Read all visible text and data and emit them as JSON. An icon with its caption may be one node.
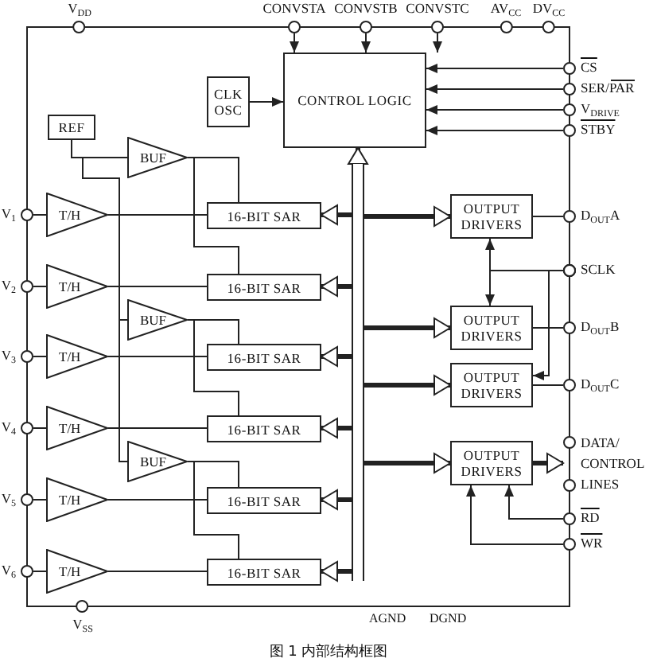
{
  "diagram": {
    "caption": "图 1 内部结构框图",
    "nodes": [
      {
        "text": [
          "CONTROL LOGIC"
        ]
      },
      {
        "text": [
          "CLK OSC"
        ]
      },
      {
        "text": [
          "REF"
        ]
      },
      {
        "text": [
          "BUF"
        ]
      },
      {
        "text": [
          "BUF"
        ]
      },
      {
        "text": [
          "BUF"
        ]
      },
      {
        "text": [
          "T/H"
        ]
      },
      {
        "text": [
          "T/H"
        ]
      },
      {
        "text": [
          "T/H"
        ]
      },
      {
        "text": [
          "T/H"
        ]
      },
      {
        "text": [
          "T/H"
        ]
      },
      {
        "text": [
          "T/H"
        ]
      },
      {
        "text": [
          "16-BIT SAR"
        ]
      },
      {
        "text": [
          "16-BIT SAR"
        ]
      },
      {
        "text": [
          "16-BIT SAR"
        ]
      },
      {
        "text": [
          "16-BIT SAR"
        ]
      },
      {
        "text": [
          "16-BIT SAR"
        ]
      },
      {
        "text": [
          "16-BIT SAR"
        ]
      },
      {
        "text": [
          "OUTPUT DRIVERS"
        ]
      },
      {
        "text": [
          "OUTPUT DRIVERS"
        ]
      },
      {
        "text": [
          "OUTPUT DRIVERS"
        ]
      },
      {
        "text": [
          "OUTPUT DRIVERS"
        ]
      },
      {
        "text": [
          "V$_{DD}$"
        ]
      },
      {
        "text": [
          "CONVSTA"
        ]
      },
      {
        "text": [
          "CONVSTB"
        ]
      },
      {
        "text": [
          "CONVSTC"
        ]
      },
      {
        "text": [
          "AV$_{CC}$"
        ]
      },
      {
        "text": [
          "DV$_{CC}$"
        ]
      },
      {
        "text": [
          "CS"
        ]
      },
      {
        "text": [
          "SER/PAR"
        ]
      },
      {
        "text": [
          "V$_{DRIVE}$"
        ]
      },
      {
        "text": [
          "STBY"
        ]
      },
      {
        "text": [
          "D$_{OUT}$A"
        ]
      },
      {
        "text": [
          "SCLK"
        ]
      },
      {
        "text": [
          "D$_{OUT}$B"
        ]
      },
      {
        "text": [
          "D$_{OUT}$C"
        ]
      },
      {
        "text": [
          "DATA/ CONTROL LINES"
        ]
      },
      {
        "text": [
          "RD"
        ]
      },
      {
        "text": [
          "WR"
        ]
      },
      {
        "text": [
          "V$_{1}$"
        ]
      },
      {
        "text": [
          "V$_{2}$"
        ]
      },
      {
        "text": [
          "V$_{3}$"
        ]
      },
      {
        "text": [
          "V$_{4}$"
        ]
      },
      {
        "text": [
          "V$_{5}$"
        ]
      },
      {
        "text": [
          "V$_{6}$"
        ]
      },
      {
        "text": [
          "V$_{SS}$"
        ]
      },
      {
        "text": [],
        "shape": "bar"
      }
    ],
    "edges": [
      {
        "from": 23,
        "to": 0,
        "arrow": "to"
      },
      {
        "from": 24,
        "to": 0,
        "arrow": "to"
      },
      {
        "from": 25,
        "to": 0,
        "arrow": "to"
      },
      {
        "from": 28,
        "to": 0,
        "arrow": "to"
      },
      {
        "from": 29,
        "to": 0,
        "arrow": "to"
      },
      {
        "from": 30,
        "to": 0,
        "arrow": "to"
      },
      {
        "from": 31,
        "to": 0,
        "arrow": "to"
      },
      {
        "from": 1,
        "to": 0,
        "arrow": "to"
      },
      {
        "from": 39,
        "to": 6,
        "arrow": "other"
      },
      {
        "from": 40,
        "to": 7,
        "arrow": "other"
      },
      {
        "from": 41,
        "to": 8,
        "arrow": "other"
      },
      {
        "from": 42,
        "to": 9,
        "arrow": "other"
      },
      {
        "from": 43,
        "to": 10,
        "arrow": "other"
      },
      {
        "from": 44,
        "to": 11,
        "arrow": "other"
      },
      {
        "from": 6,
        "to": 12,
        "arrow": "none"
      },
      {
        "from": 7,
        "to": 13,
        "arrow": "none"
      },
      {
        "from": 8,
        "to": 14,
        "arrow": "none"
      },
      {
        "from": 9,
        "to": 15,
        "arrow": "none"
      },
      {
        "from": 10,
        "to": 16,
        "arrow": "none"
      },
      {
        "from": 11,
        "to": 17,
        "arrow": "none"
      },
      {
        "from": 2,
        "to": 3,
        "arrow": "none"
      },
      {
        "from": 2,
        "to": 4,
        "arrow": "none"
      },
      {
        "from": 2,
        "to": 5,
        "arrow": "none"
      },
      {
        "from": 3,
        "to": 12,
        "arrow": "none"
      },
      {
        "from": 3,
        "to": 13,
        "arrow": "none"
      },
      {
        "from": 4,
        "to": 14,
        "arrow": "none"
      },
      {
        "from": 4,
        "to": 15,
        "arrow": "none"
      },
      {
        "from": 5,
        "to": 16,
        "arrow": "none"
      },
      {
        "from": 5,
        "to": 17,
        "arrow": "none"
      },
      {
        "from": 18,
        "to": 32,
        "arrow": "other"
      },
      {
        "from": 19,
        "to": 34,
        "arrow": "other"
      },
      {
        "from": 20,
        "to": 35,
        "arrow": "other"
      },
      {
        "from": 33,
        "to": 18,
        "arrow": "to"
      },
      {
        "from": 33,
        "to": 19,
        "arrow": "to"
      },
      {
        "from": 33,
        "to": 20,
        "arrow": "to"
      },
      {
        "from": 21,
        "to": 36,
        "arrow": "to",
        "style": "thick"
      },
      {
        "from": 37,
        "to": 21,
        "arrow": "to"
      },
      {
        "from": 38,
        "to": 21,
        "arrow": "to"
      },
      {
        "from": 46,
        "to": 0,
        "arrow": "to",
        "style": "thick"
      },
      {
        "from": 46,
        "to": 12,
        "arrow": "to",
        "style": "thick"
      },
      {
        "from": 46,
        "to": 13,
        "arrow": "to",
        "style": "thick"
      },
      {
        "from": 46,
        "to": 14,
        "arrow": "to",
        "style": "thick"
      },
      {
        "from": 46,
        "to": 15,
        "arrow": "to",
        "style": "thick"
      },
      {
        "from": 46,
        "to": 16,
        "arrow": "to",
        "style": "thick"
      },
      {
        "from": 46,
        "to": 17,
        "arrow": "to",
        "style": "thick"
      },
      {
        "from": 46,
        "to": 18,
        "arrow": "to",
        "style": "thick"
      },
      {
        "from": 46,
        "to": 19,
        "arrow": "to",
        "style": "thick"
      },
      {
        "from": 46,
        "to": 20,
        "arrow": "to",
        "style": "thick"
      },
      {
        "from": 46,
        "to": 21,
        "arrow": "to",
        "style": "thick"
      }
    ],
    "labels": [
      "AGND",
      "DGND"
    ]
  }
}
